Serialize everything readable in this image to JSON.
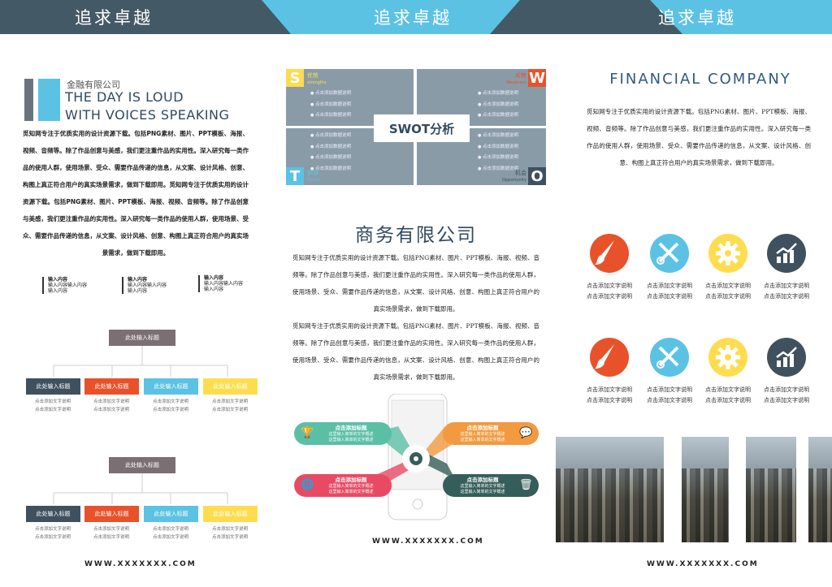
{
  "header": {
    "titles": [
      "追求卓越",
      "追求卓越",
      "追求卓越"
    ],
    "colors": {
      "dark": "#435966",
      "blue": "#5bc2e4"
    }
  },
  "left": {
    "company_cn": "金融有限公司",
    "headline_1": "THE DAY IS LOUD",
    "headline_2": "WITH VOICES SPEAKING",
    "body": "觅知网专注于优质实用的设计资源下载。包括PNG素材、图片、PPT模板、海报、视频、音频等。除了作品创意与美感，我们更注重作品的实用性。深入研究每一类作品的使用人群，使用场景、受众、需要作品传递的信息，从文案、设计风格、创意、构图上真正符合用户的真实场景需求，做到下载即用。觅知网专注于优质实用的设计资源下载。包括PNG素材、图片、PPT模板、海报、视频、音频等。除了作品创意与美感，我们更注重作品的实用性。深入研究每一类作品的使用人群，使用场景、受众、需要作品传递的信息，从文案、设计风格、创意、构图上真正符合用户的真实场景需求，做到下载即用。",
    "inputs": [
      {
        "title": "输入内容",
        "line1": "输入内容输入内容",
        "line2": "输入内容"
      },
      {
        "title": "输入内容",
        "line1": "输入内容输入内容",
        "line2": "输入内容"
      },
      {
        "title": "输入内容",
        "line1": "输入内容输入内容",
        "line2": "输入内容"
      }
    ],
    "org_charts": [
      {
        "root": "此处输入标题",
        "children": [
          {
            "label": "此处输入标题",
            "desc1": "点击添加文字说明",
            "desc2": "点击添加文字说明",
            "color": "#3f515e"
          },
          {
            "label": "此处输入标题",
            "desc1": "点击添加文字说明",
            "desc2": "点击添加文字说明",
            "color": "#e8522a"
          },
          {
            "label": "此处输入标题",
            "desc1": "点击添加文字说明",
            "desc2": "点击添加文字说明",
            "color": "#5bc2e4"
          },
          {
            "label": "此处输入标题",
            "desc1": "点击添加文字说明",
            "desc2": "点击添加文字说明",
            "color": "#fddd4f"
          }
        ]
      },
      {
        "root": "此处输入标题",
        "children": [
          {
            "label": "此处输入标题",
            "desc1": "点击添加文字说明",
            "desc2": "点击添加文字说明",
            "color": "#3f515e"
          },
          {
            "label": "此处输入标题",
            "desc1": "点击添加文字说明",
            "desc2": "点击添加文字说明",
            "color": "#e8522a"
          },
          {
            "label": "此处输入标题",
            "desc1": "点击添加文字说明",
            "desc2": "点击添加文字说明",
            "color": "#5bc2e4"
          },
          {
            "label": "此处输入标题",
            "desc1": "点击添加文字说明",
            "desc2": "点击添加文字说明",
            "color": "#fddd4f"
          }
        ]
      }
    ],
    "url": "WWW.XXXXXXX.COM"
  },
  "middle": {
    "swot": {
      "title": "SWOT分析",
      "s": {
        "letter": "S",
        "cn": "优势",
        "en": "strengths",
        "color": "#fddd4f"
      },
      "w": {
        "letter": "W",
        "cn": "劣势",
        "en": "Weakness",
        "color": "#e8522a"
      },
      "t": {
        "letter": "T",
        "cn": "威胁",
        "en": "Threat",
        "color": "#5bc2e4"
      },
      "o": {
        "letter": "O",
        "cn": "机会",
        "en": "Opportunity",
        "color": "#3f515e"
      },
      "item": "点击添加数据说明"
    },
    "company": "商务有限公司",
    "body1": "觅知网专注于优质实用的设计资源下载。包括PNG素材、图片、PPT模板、海报、视频、音频等。除了作品创意与美感，我们更注重作品的实用性。深入研究每一类作品的使用人群，使用场景、受众、需要作品传递的信息，从文案、设计风格、创意、构图上真正符合用户的真实场景需求，做到下载即用。",
    "body2": "觅知网专注于优质实用的设计资源下载。包括PNG素材、图片、PPT模板、海报、视频、音频等。除了作品创意与美感，我们更注重作品的实用性。深入研究每一类作品的使用人群，使用场景、受众、需要作品传递的信息，从文案、设计风格、创意、构图上真正符合用户的真实场景需求，做到下载即用。",
    "phone_items": [
      {
        "title": "点击添加标题",
        "l1": "这里输入简单的文字概述",
        "l2": "这里输入简单的文字概述",
        "icon": "trophy-icon",
        "color": "#5bbfa6"
      },
      {
        "title": "点击添加标题",
        "l1": "这里输入简单的文字概述",
        "l2": "这里输入简单的文字概述",
        "icon": "chat-icon",
        "color": "#f29a3f"
      },
      {
        "title": "点击添加标题",
        "l1": "这里输入简单的文字概述",
        "l2": "这里输入简单的文字概述",
        "icon": "globe-pin-icon",
        "color": "#e84a63"
      },
      {
        "title": "点击添加标题",
        "l1": "这里输入简单的文字概述",
        "l2": "这里输入简单的文字概述",
        "icon": "trash-icon",
        "color": "#355e5a"
      }
    ],
    "url": "WWW.XXXXXXX.COM"
  },
  "right": {
    "title": "FINANCIAL COMPANY",
    "body": "觅知网专注于优质实用的设计资源下载。包括PNG素材、图片、PPT模板、海报、视频、音频等。除了作品创意与美感，我们更注重作品的实用性。深入研究每一类作品的使用人群，使用场景、受众、需要作品传递的信息，从文案、设计风格、创意、构图上真正符合用户的真实场景需求，做到下载即用。",
    "icons": [
      {
        "icon": "brush-icon",
        "color": "#e8522a",
        "l1": "点击添加文字说明",
        "l2": "点击添加文字说明"
      },
      {
        "icon": "tools-icon",
        "color": "#5bc2e4",
        "l1": "点击添加文字说明",
        "l2": "点击添加文字说明"
      },
      {
        "icon": "gear-icon",
        "color": "#fddd4f",
        "l1": "点击添加文字说明",
        "l2": "点击添加文字说明"
      },
      {
        "icon": "growth-chart-icon",
        "color": "#3f515e",
        "l1": "点击添加文字说明",
        "l2": "点击添加文字说明"
      }
    ],
    "url": "WWW.XXXXXXX.COM"
  }
}
